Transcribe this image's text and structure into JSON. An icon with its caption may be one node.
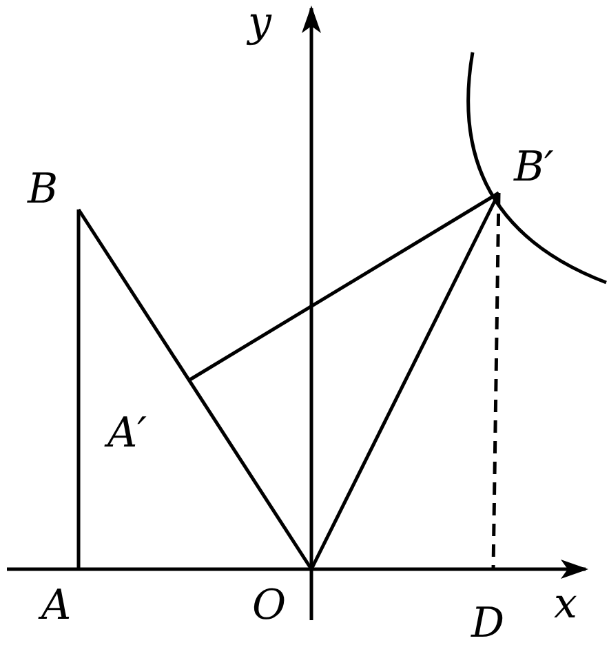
{
  "diagram": {
    "nodes": [
      {
        "text": [
          "B"
        ]
      },
      {
        "text": [
          "A′"
        ]
      },
      {
        "text": [
          "A"
        ]
      },
      {
        "text": [
          "O"
        ]
      },
      {
        "text": [
          "B′"
        ]
      },
      {
        "text": [
          "D"
        ]
      }
    ],
    "edges": [
      {
        "from": 2,
        "to": 0,
        "arrow": "none"
      },
      {
        "from": 0,
        "to": 3,
        "arrow": "none"
      },
      {
        "from": 3,
        "to": 4,
        "arrow": "none"
      },
      {
        "from": 1,
        "to": 4,
        "arrow": "none"
      },
      {
        "from": 4,
        "to": 5,
        "arrow": "none",
        "style": "dashed"
      }
    ],
    "labels": [
      "y",
      "x"
    ]
  }
}
